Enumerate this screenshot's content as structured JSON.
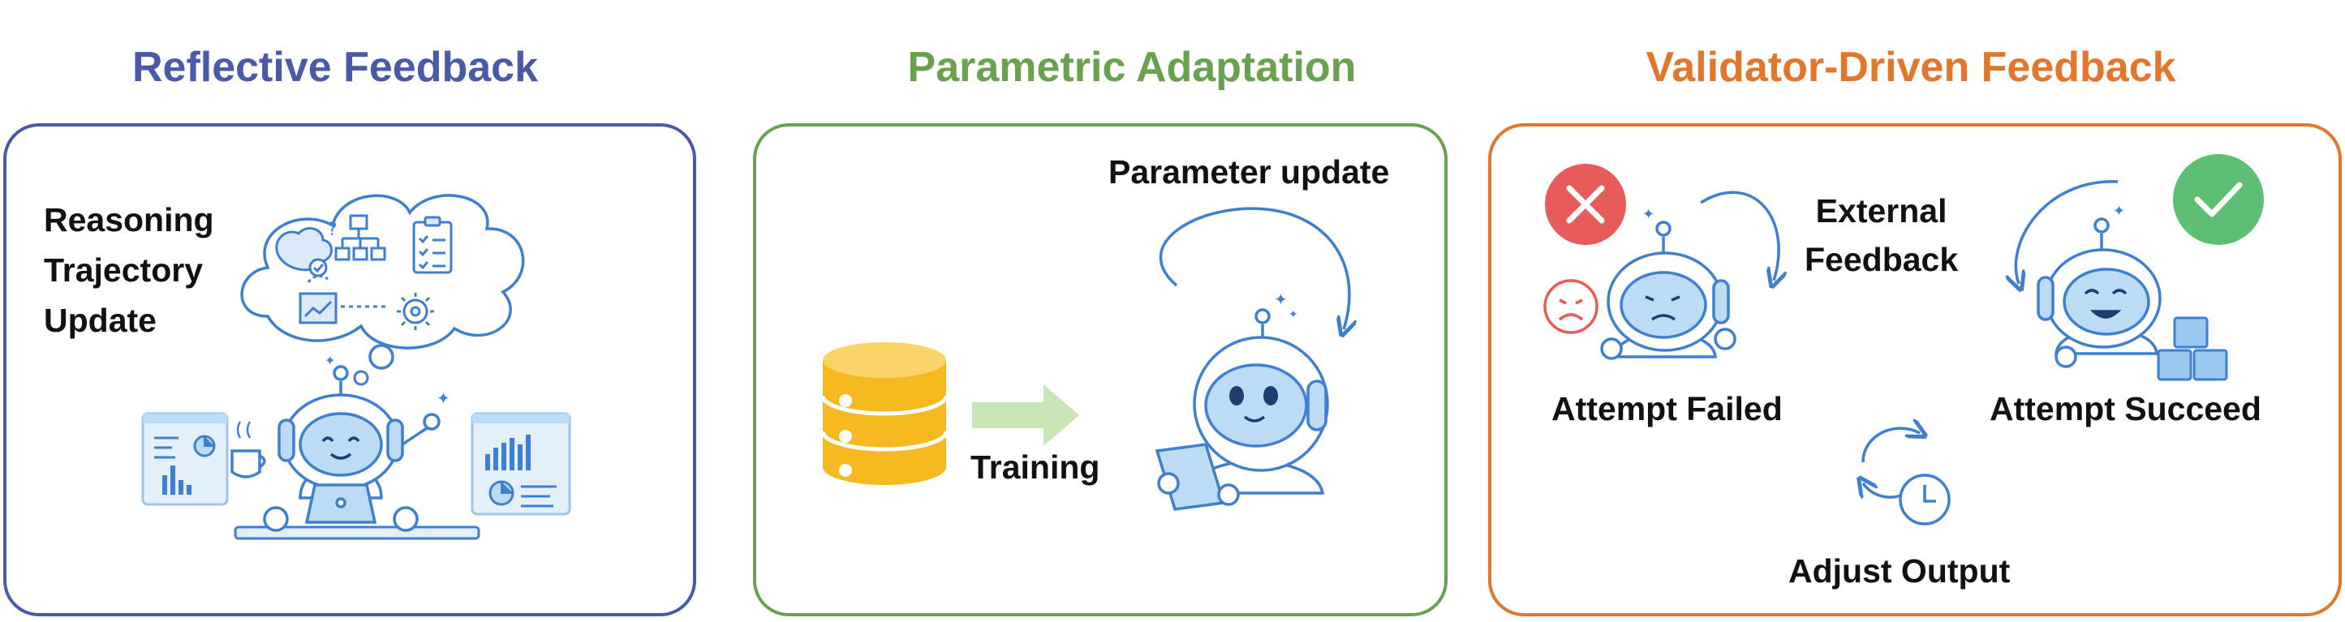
{
  "colors": {
    "reflective": "#4a5aa8",
    "parametric": "#6aa14e",
    "validator": "#e2762b",
    "robot_fill": "#bcdcf6",
    "robot_stroke": "#3f7fcf",
    "database": "#f6b81f",
    "training_arrow": "#c9e6b7",
    "fail": "#e85b5b",
    "success": "#5cbf73"
  },
  "panels": {
    "reflective": {
      "title": "Reflective Feedback",
      "label_lines": [
        "Reasoning",
        "Trajectory",
        "Update"
      ],
      "icons": [
        "thought-cloud-icon",
        "brain-icon",
        "hierarchy-icon",
        "checklist-icon",
        "chart-icon",
        "gear-icon",
        "robot-icon",
        "coffee-cup-icon",
        "laptop-icon",
        "dashboard-icon"
      ]
    },
    "parametric": {
      "title": "Parametric Adaptation",
      "parameter_label": "Parameter update",
      "training_label": "Training",
      "icons": [
        "database-icon",
        "arrow-right-icon",
        "robot-icon",
        "tablet-icon",
        "cycle-arrow-icon"
      ]
    },
    "validator": {
      "title": "Validator-Driven Feedback",
      "external_label_lines": [
        "External",
        "Feedback"
      ],
      "failed_label": "Attempt Failed",
      "succeed_label": "Attempt Succeed",
      "adjust_label": "Adjust Output",
      "icons": [
        "cross-icon",
        "sad-face-icon",
        "check-icon",
        "robot-icon",
        "cubes-icon",
        "refresh-clock-icon"
      ]
    }
  }
}
